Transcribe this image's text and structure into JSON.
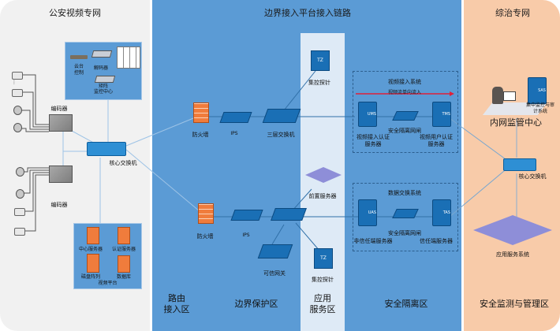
{
  "zones": {
    "left_title": "公安视频专网",
    "middle_title": "边界接入平台接入链路",
    "right_title": "综治专网"
  },
  "left_zone": {
    "top_box": {
      "ptz_control": "云台\n控制",
      "decoder": "解码器",
      "matrix": "矩阵\n监控中心"
    },
    "encoder_top": "编码器",
    "encoder_bottom": "编码器",
    "core_switch": "核心交换机",
    "platform_box": {
      "center_server": "中心服务器",
      "auth_server": "认证服务器",
      "disk_array": "磁盘阵列",
      "database": "数据库",
      "platform": "视频平台"
    }
  },
  "middle_zone": {
    "top_chain": {
      "firewall": "防火墙",
      "ips": "IPS",
      "l3_switch": "三层交换机",
      "probe": "集控探针"
    },
    "bottom_chain": {
      "firewall": "防火墙",
      "ips": "IPS",
      "front_server": "前置服务器",
      "trusted_gateway": "可信网关",
      "probe": "集控探针"
    },
    "video_system": {
      "title": "视频接入系统",
      "flow_note": "视频流单向流入",
      "gateway": "安全隔离网闸",
      "access_auth": "视频接入认证\n服务器",
      "user_auth": "视频用户认证\n服务器",
      "left_tag": "UMS",
      "right_tag": "TMS"
    },
    "data_system": {
      "title": "数据交换系统",
      "gateway": "安全隔离网闸",
      "untrusted": "非信任端服务器",
      "trusted": "信任端服务器",
      "left_tag": "UAS",
      "right_tag": "TAS"
    },
    "probe_tag": "TZ"
  },
  "right_zone": {
    "audit_system": "集中监控与审\n计系统",
    "monitor_center": "内网监管中心",
    "core_switch": "核心交换机",
    "app_system": "应用服务系统",
    "server_tag": "SAS"
  },
  "zone_labels": {
    "routing": "路由\n接入区",
    "boundary": "边界保护区",
    "app_service": "应用\n服务区",
    "isolation": "安全隔离区",
    "monitoring": "安全监测与管理区"
  },
  "colors": {
    "left_bg": "#f1f1f1",
    "middle_bg": "#5b9bd5",
    "right_bg": "#f8cba9",
    "app_column": "#deeaf6",
    "flow_arrow": "#e0203a",
    "firewall": "#f07c3c",
    "device_blue": "#1a6fb5"
  }
}
